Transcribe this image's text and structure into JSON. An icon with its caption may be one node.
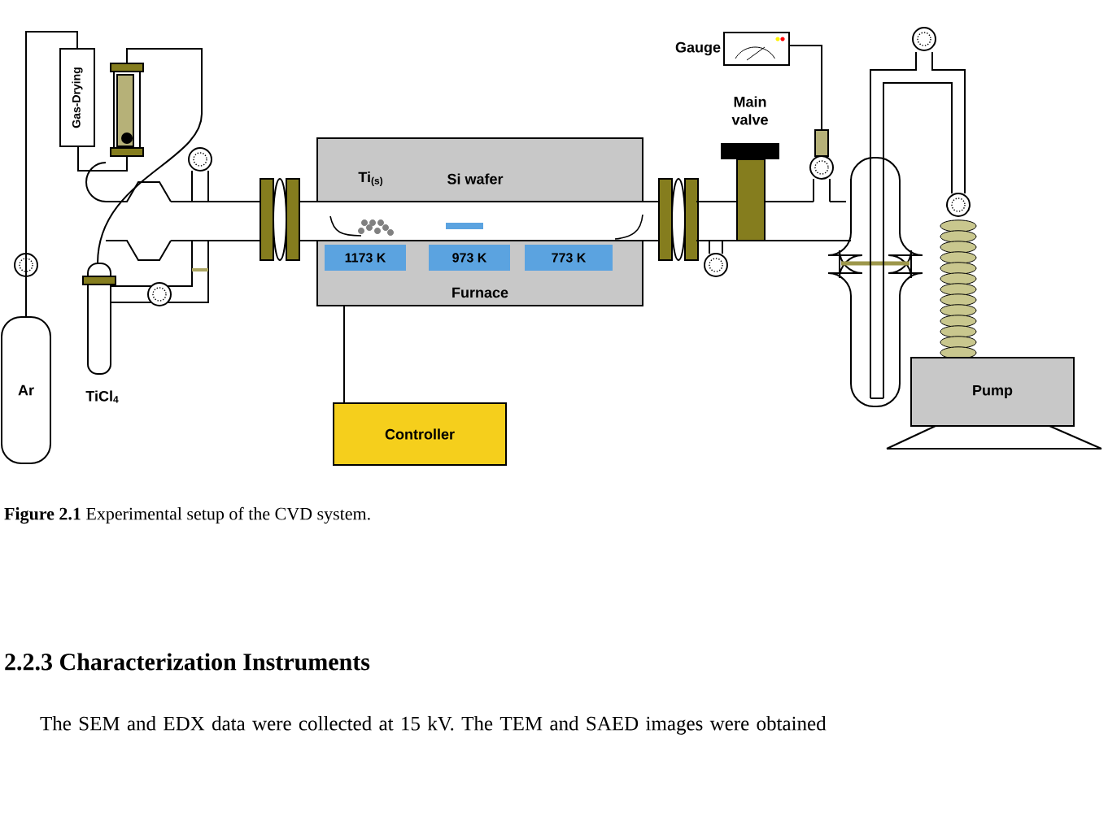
{
  "diagram": {
    "caption": "**Figure 2.1** Experimental setup of the CVD system.",
    "nodes": [
      {
        "text": [
          "Gas-Drying"
        ]
      },
      {
        "text": [
          "Ar"
        ]
      },
      {
        "text": [
          "TiCl$_{4}$"
        ]
      },
      {
        "text": [
          "Furnace"
        ]
      },
      {
        "text": [
          "1173 K"
        ],
        "in": 3
      },
      {
        "text": [
          "973 K"
        ],
        "in": 3
      },
      {
        "text": [
          "773 K"
        ],
        "in": 3
      },
      {
        "text": [
          "Controller"
        ]
      },
      {
        "text": [],
        "shape": "box",
        "beside": [
          "Gauge"
        ]
      },
      {
        "text": [
          "Pump"
        ]
      }
    ],
    "edges": [
      {
        "from": 1,
        "to": 0,
        "arrow": "none"
      },
      {
        "from": 3,
        "to": 7,
        "arrow": "none"
      }
    ],
    "labels": [
      "Main valve",
      "Ti$_{(s)}$",
      "Si wafer",
      "2.2.3 Characterization Instruments",
      "The SEM and EDX data were collected at 15 kV. The TEM and SAED images were obtained"
    ]
  }
}
